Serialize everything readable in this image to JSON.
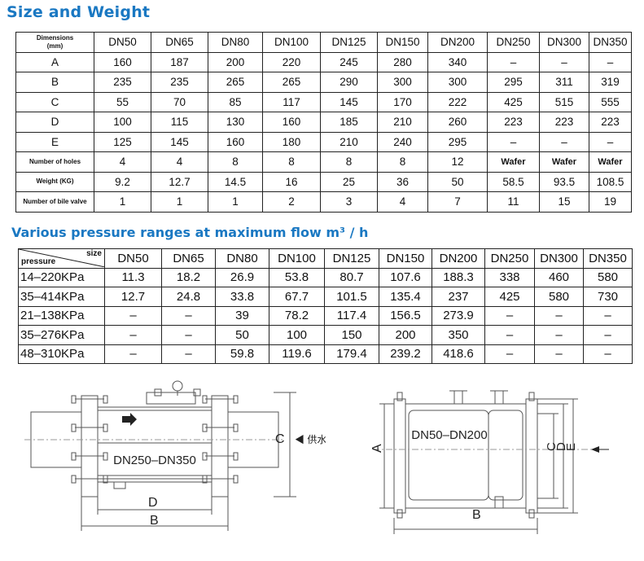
{
  "size_weight": {
    "title": "Size and Weight",
    "header_line1": "Dimensions",
    "header_line2": "(mm)",
    "columns": [
      "DN50",
      "DN65",
      "DN80",
      "DN100",
      "DN125",
      "DN150",
      "DN200",
      "DN250",
      "DN300",
      "DN350"
    ],
    "rows": [
      {
        "label": "A",
        "small": false,
        "values": [
          "160",
          "187",
          "200",
          "220",
          "245",
          "280",
          "340",
          "–",
          "–",
          "–"
        ]
      },
      {
        "label": "B",
        "small": false,
        "values": [
          "235",
          "235",
          "265",
          "265",
          "290",
          "300",
          "300",
          "295",
          "311",
          "319"
        ]
      },
      {
        "label": "C",
        "small": false,
        "values": [
          "55",
          "70",
          "85",
          "117",
          "145",
          "170",
          "222",
          "425",
          "515",
          "555"
        ]
      },
      {
        "label": "D",
        "small": false,
        "values": [
          "100",
          "115",
          "130",
          "160",
          "185",
          "210",
          "260",
          "223",
          "223",
          "223"
        ]
      },
      {
        "label": "E",
        "small": false,
        "values": [
          "125",
          "145",
          "160",
          "180",
          "210",
          "240",
          "295",
          "–",
          "–",
          "–"
        ]
      },
      {
        "label": "Number of holes",
        "small": true,
        "values": [
          "4",
          "4",
          "8",
          "8",
          "8",
          "8",
          "12",
          "Wafer",
          "Wafer",
          "Wafer"
        ]
      },
      {
        "label": "Weight (KG)",
        "small": true,
        "values": [
          "9.2",
          "12.7",
          "14.5",
          "16",
          "25",
          "36",
          "50",
          "58.5",
          "93.5",
          "108.5"
        ]
      },
      {
        "label": "Number of bile valve",
        "small": true,
        "values": [
          "1",
          "1",
          "1",
          "2",
          "3",
          "4",
          "7",
          "11",
          "15",
          "19"
        ]
      }
    ]
  },
  "pressure": {
    "title": "Various pressure ranges at maximum flow m³ / h",
    "corner_size": "size",
    "corner_pressure": "pressure",
    "columns": [
      "DN50",
      "DN65",
      "DN80",
      "DN100",
      "DN125",
      "DN150",
      "DN200",
      "DN250",
      "DN300",
      "DN350"
    ],
    "rows": [
      {
        "label": "14–220KPa",
        "values": [
          "11.3",
          "18.2",
          "26.9",
          "53.8",
          "80.7",
          "107.6",
          "188.3",
          "338",
          "460",
          "580"
        ]
      },
      {
        "label": "35–414KPa",
        "values": [
          "12.7",
          "24.8",
          "33.8",
          "67.7",
          "101.5",
          "135.4",
          "237",
          "425",
          "580",
          "730"
        ]
      },
      {
        "label": "21–138KPa",
        "values": [
          "–",
          "–",
          "39",
          "78.2",
          "117.4",
          "156.5",
          "273.9",
          "–",
          "–",
          "–"
        ]
      },
      {
        "label": "35–276KPa",
        "values": [
          "–",
          "–",
          "50",
          "100",
          "150",
          "200",
          "350",
          "–",
          "–",
          "–"
        ]
      },
      {
        "label": "48–310KPa",
        "values": [
          "–",
          "–",
          "59.8",
          "119.6",
          "179.4",
          "239.2",
          "418.6",
          "–",
          "–",
          "–"
        ]
      }
    ]
  },
  "drawing_left": {
    "model_label": "DN250–DN350",
    "dim_c": "C",
    "supply_label": "◀ 供水",
    "dim_d": "D",
    "dim_b": "B"
  },
  "drawing_right": {
    "model_label": "DN50–DN200",
    "dim_a": "A",
    "dim_c": "C",
    "dim_d": "D",
    "dim_e": "E",
    "dim_b": "B"
  }
}
